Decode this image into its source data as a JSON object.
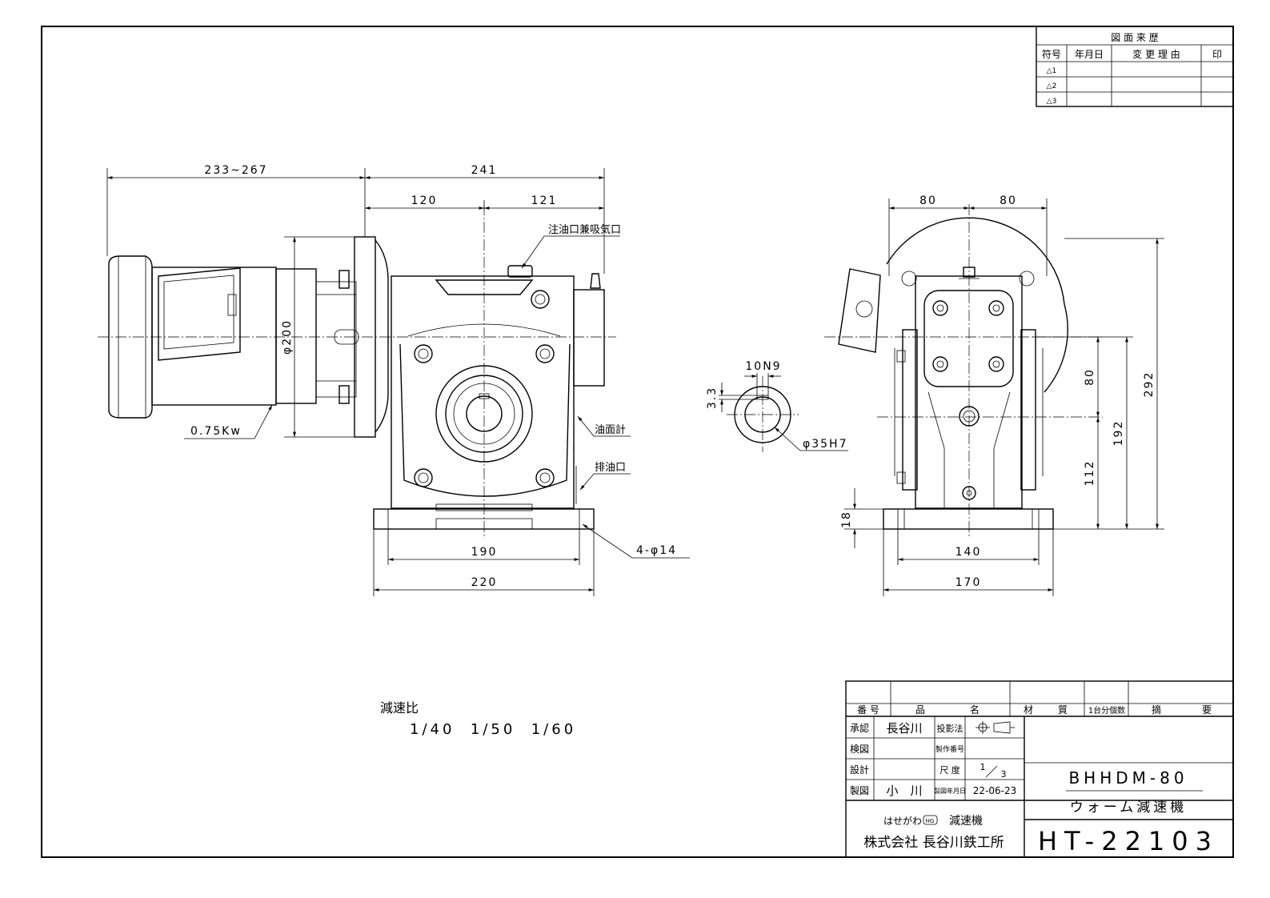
{
  "revision_table": {
    "title": "図 面 来 歴",
    "headers": [
      "符号",
      "年月日",
      "変 更 理 由",
      "印"
    ],
    "symbols": [
      "△1",
      "△2",
      "△3"
    ]
  },
  "side_view": {
    "dims": {
      "overall_left": "233~267",
      "overall_top": "241",
      "half_left": "120",
      "half_right": "121",
      "motor_dia": "φ200",
      "foot_inner": "190",
      "foot_outer": "220"
    },
    "labels": {
      "oil_fill": "注油口兼吸気口",
      "motor_power": "0.75Kw",
      "oil_gauge": "油面計",
      "oil_drain": "排油口",
      "holes": "4-φ14"
    }
  },
  "shaft_section": {
    "key_width": "10N9",
    "key_depth": "3.3",
    "bore": "φ35H7"
  },
  "front_view": {
    "dims": {
      "half_left": "80",
      "half_right": "80",
      "base_height": "18",
      "lower_height": "112",
      "upper_height": "80",
      "center_height": "192",
      "total_height": "292",
      "foot_inner": "140",
      "foot_outer": "170"
    }
  },
  "ratio": {
    "title": "減速比",
    "values": "1/40  1/50  1/60"
  },
  "title_block": {
    "headers": [
      "番 号",
      "品",
      "名",
      "材",
      "質",
      "1台分個数",
      "摘",
      "要"
    ],
    "rows": [
      {
        "role": "承認",
        "name": "長谷川"
      },
      {
        "role": "検図",
        "name": ""
      },
      {
        "role": "設計",
        "name": ""
      },
      {
        "role": "製図",
        "name": "小　川"
      }
    ],
    "projection_label": "投影法",
    "part_no_label": "製作番号",
    "scale_label": "尺 度",
    "scale_num": "1",
    "scale_den": "3",
    "date_label": "製図年月日",
    "date": "22-06-23",
    "model": "BHHDM-80",
    "product_name": "ウォーム減速機",
    "company_line1": "はせがわ",
    "company_logo": "HG",
    "company_line1b": "減速機",
    "company_line2": "株式会社 長谷川鉄工所",
    "drawing_no": "HT-22103"
  }
}
